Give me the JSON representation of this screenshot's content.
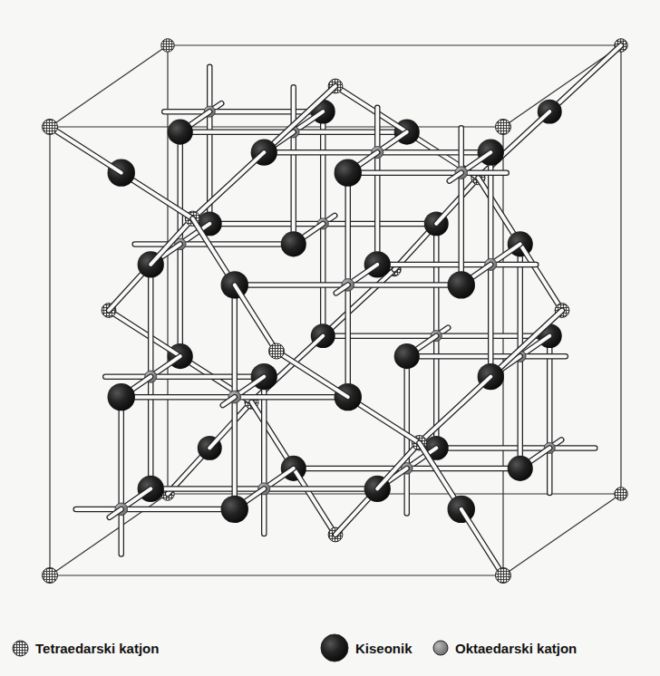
{
  "diagram": {
    "legend": [
      {
        "text": "Tetraedarski katjon"
      },
      {
        "text": "Kiseonik"
      },
      {
        "text": "Oktaedarski katjon"
      }
    ]
  }
}
